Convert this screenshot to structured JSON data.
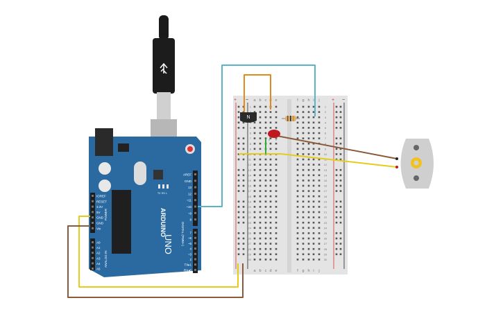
{
  "arduino": {
    "brand": "ARDUINO",
    "model": "UNO",
    "pins_power": [
      "IOREF",
      "RESET",
      "3.3V",
      "5V",
      "GND",
      "GND",
      "Vin"
    ],
    "power_header_label": "POWER",
    "pins_analog": [
      "A0",
      "A1",
      "A2",
      "A3",
      "A4",
      "A5"
    ],
    "analog_header_label": "ANALOG IN",
    "pins_digital_top": [
      "AREF",
      "GND",
      "13",
      "12",
      "~11",
      "~10",
      "~9",
      "8"
    ],
    "pins_digital_bottom": [
      "7",
      "~6",
      "~5",
      "4",
      "~3",
      "2",
      "TX▸1",
      "RX◂0"
    ],
    "digital_header_label": "DIGITAL (PWM~)",
    "led_labels": [
      "TX",
      "RX",
      "L"
    ]
  },
  "breadboard": {
    "col_letters_left": [
      "a",
      "b",
      "c",
      "d",
      "e"
    ],
    "col_letters_right": [
      "f",
      "g",
      "h",
      "i",
      "j"
    ],
    "rows": [
      "1",
      "2",
      "3",
      "4",
      "5",
      "6",
      "7",
      "8",
      "9",
      "10",
      "11",
      "12",
      "13",
      "14",
      "15",
      "16",
      "17",
      "18",
      "19",
      "20",
      "21",
      "22",
      "23",
      "24",
      "25",
      "26",
      "27",
      "28",
      "29",
      "30"
    ],
    "rail_plus": "+",
    "rail_minus": "−"
  },
  "transistor": {
    "label": "N"
  },
  "colors": {
    "board": "#2b6aa0",
    "wire_teal": "#5ab4c8",
    "wire_orange": "#e08a1e",
    "wire_yellow": "#e6cc1a",
    "wire_brown": "#8b5a3a",
    "wire_green": "#2eaa3a",
    "led_red": "#c0181e",
    "rail_red": "#d93030",
    "rail_black": "#222222",
    "motor_body": "#cfcfcf",
    "motor_gear": "#f2c21c"
  }
}
